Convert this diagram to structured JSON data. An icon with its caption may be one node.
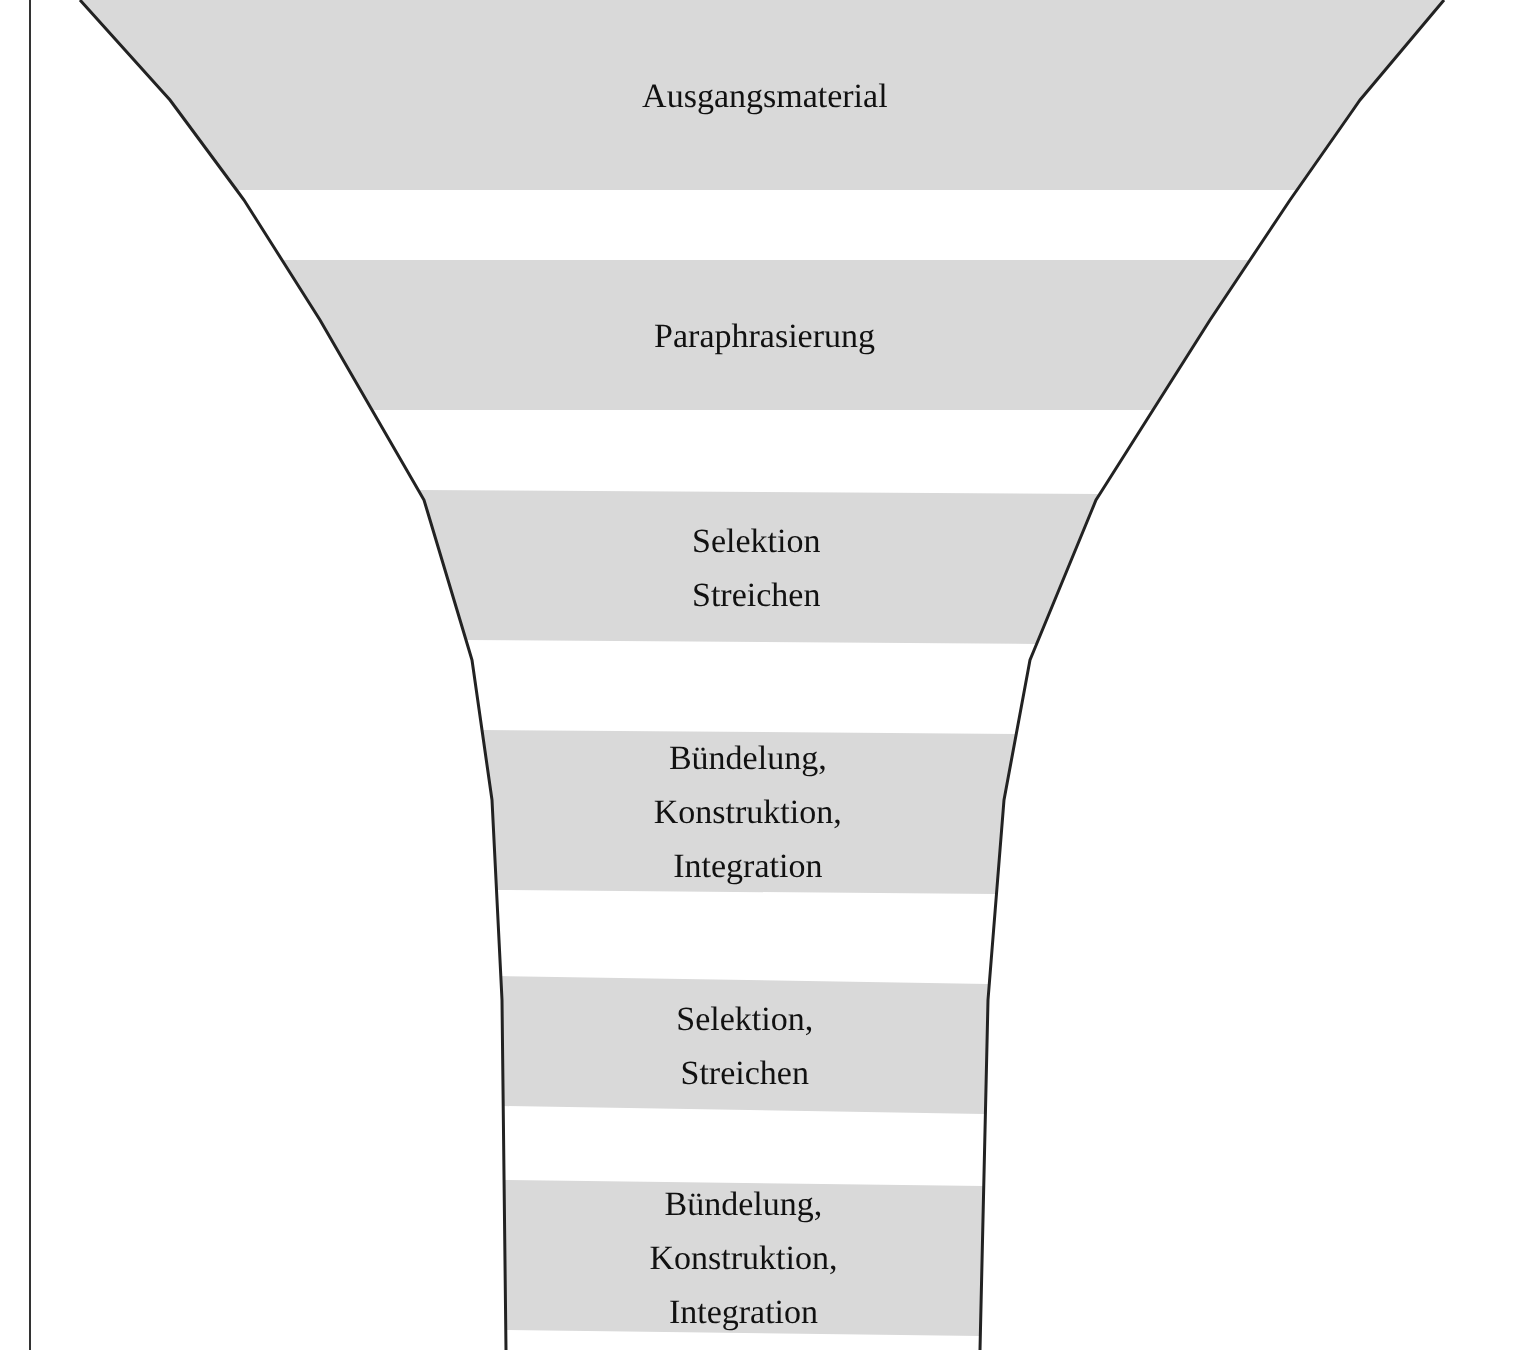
{
  "diagram": {
    "nodes": [
      {
        "text": [
          "Ausgangsmaterial"
        ]
      },
      {
        "text": [
          "Paraphrasierung"
        ]
      },
      {
        "text": [
          "Selektion Streichen"
        ]
      },
      {
        "text": [
          "Bündelung, Konstruktion, Integration"
        ]
      },
      {
        "text": [
          "Selektion, Streichen"
        ]
      },
      {
        "text": [
          "Bündelung, Konstruktion, Integration"
        ]
      }
    ]
  }
}
